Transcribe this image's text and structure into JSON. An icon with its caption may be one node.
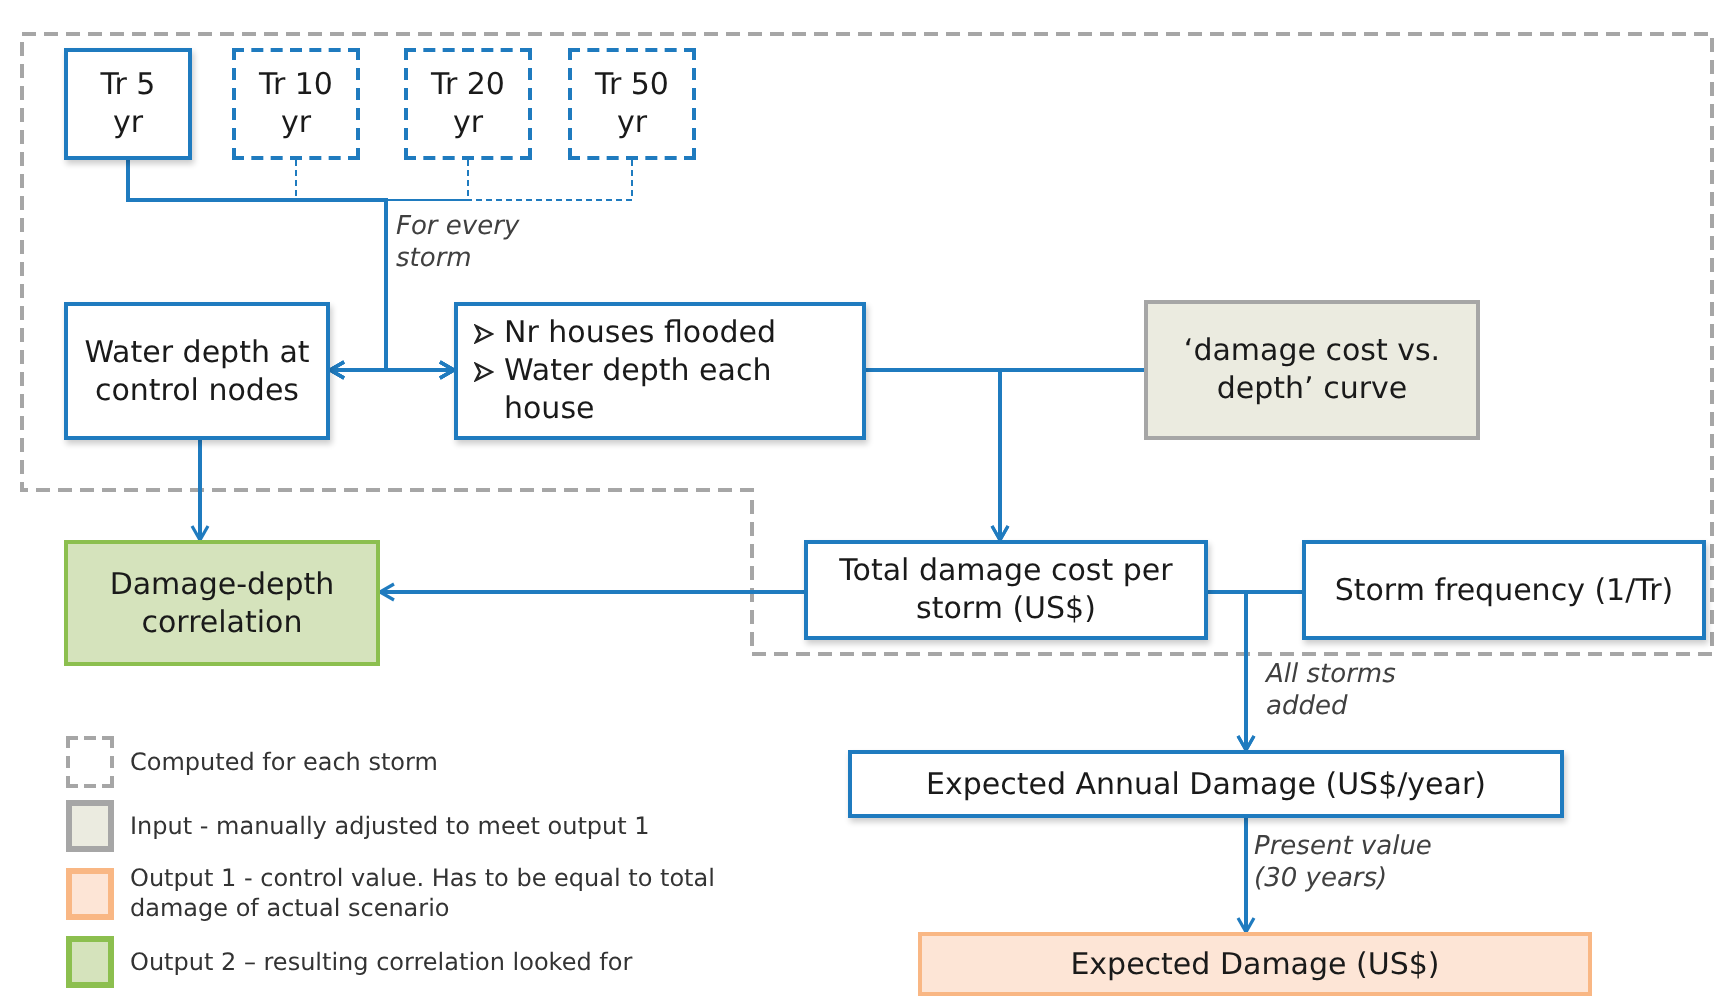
{
  "diagram": {
    "nodes": [
      {
        "text": [
          "Tr 5 yr"
        ]
      },
      {
        "text": [
          "Tr 10 yr"
        ]
      },
      {
        "text": [
          "Tr 20 yr"
        ]
      },
      {
        "text": [
          "Tr 50 yr"
        ]
      },
      {
        "text": [
          "Water depth at control nodes"
        ]
      },
      {
        "text": [
          "Nr houses flooded",
          "Water depth each house"
        ]
      },
      {
        "text": [
          "‘damage cost vs. depth’ curve"
        ]
      },
      {
        "text": [
          "Damage-depth correlation"
        ]
      },
      {
        "text": [
          "Total damage cost per storm (US$)"
        ]
      },
      {
        "text": [
          "Storm frequency (1/Tr)"
        ]
      },
      {
        "text": [
          "Expected Annual Damage (US$/year)"
        ]
      },
      {
        "text": [
          "Expected Damage (US$)"
        ]
      }
    ],
    "edges": [
      {
        "from": 0,
        "to": 4,
        "arrow": "to",
        "label": "For every storm"
      },
      {
        "from": 0,
        "to": 5,
        "arrow": "to"
      },
      {
        "from": 1,
        "to": 4,
        "arrow": "to",
        "style": "dashed"
      },
      {
        "from": 1,
        "to": 5,
        "arrow": "to",
        "style": "dashed"
      },
      {
        "from": 2,
        "to": 4,
        "arrow": "to",
        "style": "dashed"
      },
      {
        "from": 2,
        "to": 5,
        "arrow": "to",
        "style": "dashed"
      },
      {
        "from": 3,
        "to": 4,
        "arrow": "to",
        "style": "dashed"
      },
      {
        "from": 3,
        "to": 5,
        "arrow": "to",
        "style": "dashed"
      },
      {
        "from": 4,
        "to": 7,
        "arrow": "to"
      },
      {
        "from": 5,
        "to": 8,
        "arrow": "to"
      },
      {
        "from": 6,
        "to": 8,
        "arrow": "to"
      },
      {
        "from": 8,
        "to": 7,
        "arrow": "to"
      },
      {
        "from": 8,
        "to": 10,
        "arrow": "to",
        "label": "All storms added"
      },
      {
        "from": 9,
        "to": 10,
        "arrow": "to"
      },
      {
        "from": 10,
        "to": 11,
        "arrow": "to",
        "label": "Present value (30 years)"
      }
    ],
    "legend": [
      {
        "text": "Computed for each storm"
      },
      {
        "text": "Input - manually adjusted to meet output 1",
        "color": "#ebebe0"
      },
      {
        "text": "Output 1 - control value. Has to be equal to total damage of actual scenario",
        "color": "#fde5d6"
      },
      {
        "text": "Output 2 – resulting correlation looked for",
        "color": "#d5e3bc"
      }
    ]
  }
}
